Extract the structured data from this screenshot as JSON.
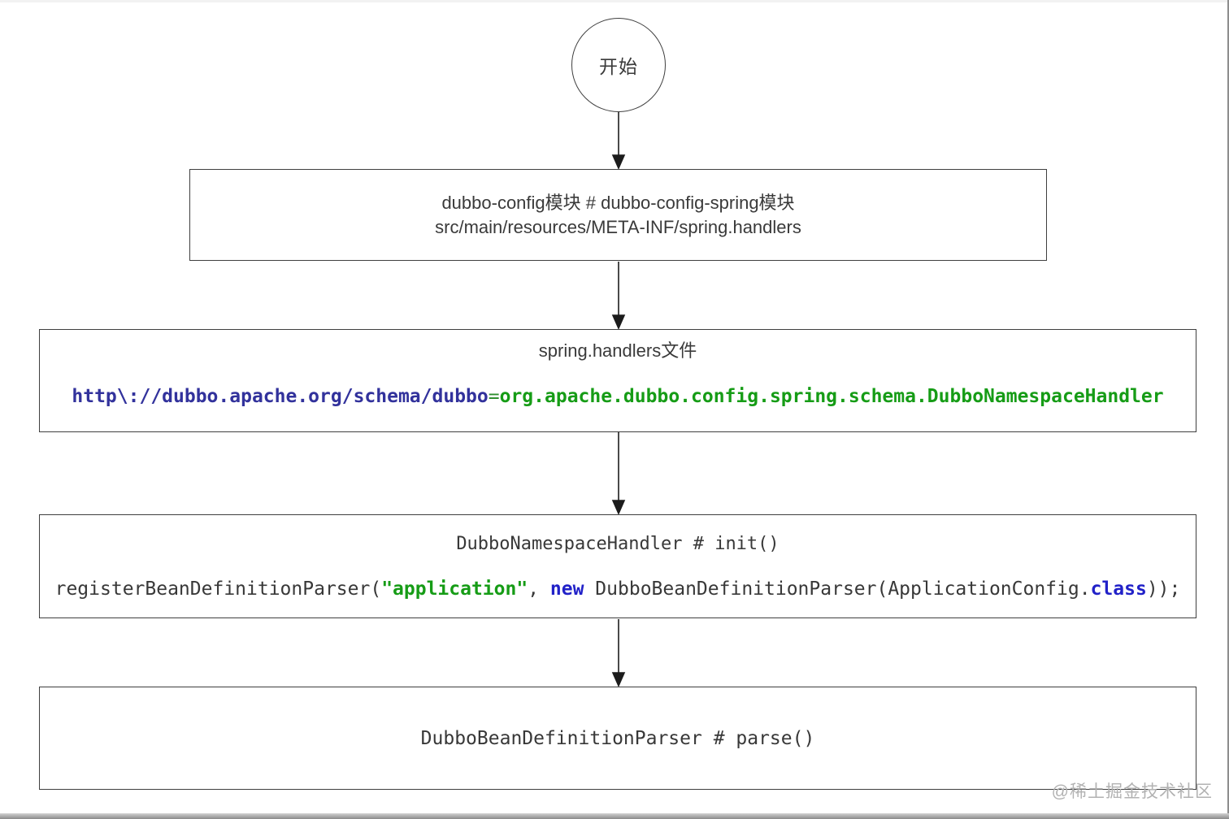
{
  "diagram": {
    "start_label": "开始",
    "module_box": {
      "line1": "dubbo-config模块 # dubbo-config-spring模块",
      "line2": "src/main/resources/META-INF/spring.handlers"
    },
    "handlers_box": {
      "title": "spring.handlers文件",
      "code": [
        {
          "text": "http\\://dubbo.apache.org/schema/dubbo",
          "color": "#32329c",
          "bold": true
        },
        {
          "text": "=",
          "color": "#2f8f2f",
          "bold": false
        },
        {
          "text": "org.apache.dubbo.config.spring.schema.DubboNamespaceHandler",
          "color": "#169c16",
          "bold": true
        }
      ]
    },
    "init_box": {
      "title": "DubboNamespaceHandler # init()",
      "code": [
        {
          "text": "registerBeanDefinitionParser(",
          "color": "#383838",
          "bold": false
        },
        {
          "text": "\"application\"",
          "color": "#169c16",
          "bold": true
        },
        {
          "text": ", ",
          "color": "#383838",
          "bold": false
        },
        {
          "text": "new",
          "color": "#2121c8",
          "bold": true
        },
        {
          "text": " DubboBeanDefinitionParser(ApplicationConfig.",
          "color": "#383838",
          "bold": false
        },
        {
          "text": "class",
          "color": "#2121c8",
          "bold": true
        },
        {
          "text": "));",
          "color": "#383838",
          "bold": false
        }
      ]
    },
    "parse_box": {
      "label": "DubboBeanDefinitionParser # parse()"
    }
  },
  "watermark": "@稀土掘金技术社区",
  "colors": {
    "border": "#3f3f3f",
    "arrow": "#1c1c1c",
    "key_blue": "#32329c",
    "value_green": "#169c16",
    "keyword_blue": "#2121c8",
    "watermark_gray": "#b2b2b2"
  }
}
